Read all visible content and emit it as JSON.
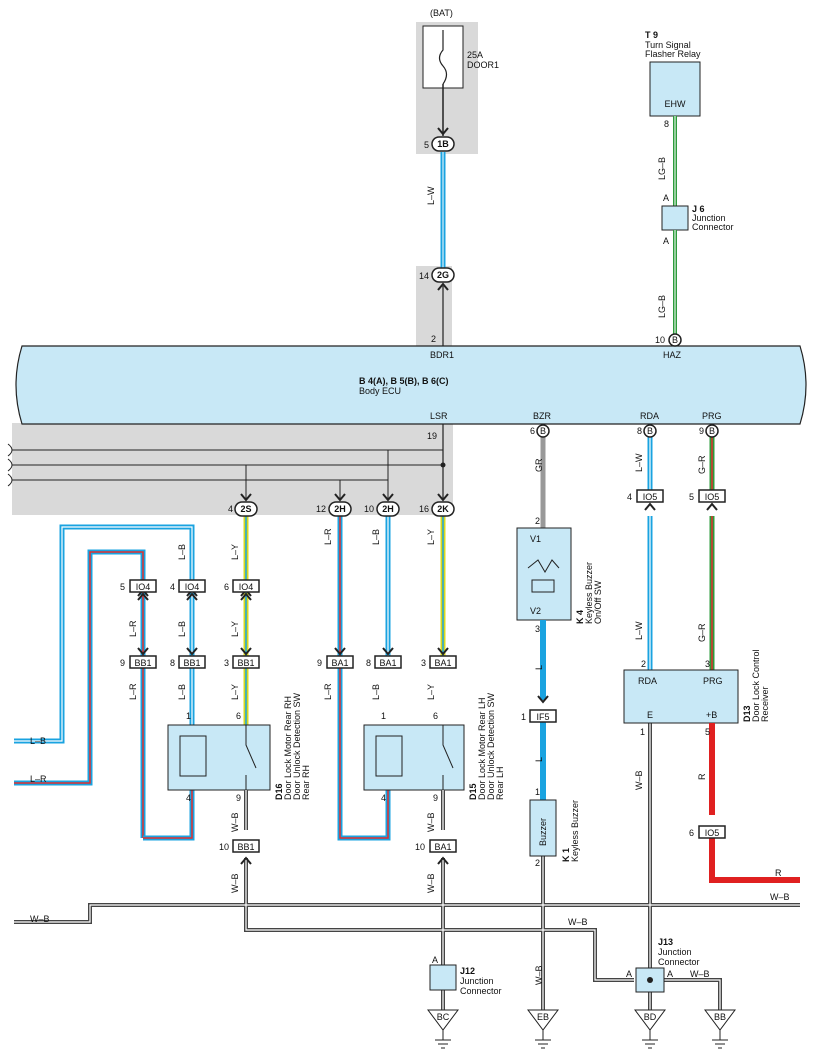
{
  "bat": {
    "label": "(BAT)",
    "fuse_amp": "25A",
    "fuse_name": "DOOR1"
  },
  "t9": {
    "code": "T 9",
    "name1": "Turn Signal",
    "name2": "Flasher Relay",
    "pin_name": "EHW",
    "pin": "8"
  },
  "j6": {
    "code": "J 6",
    "name1": "Junction",
    "name2": "Connector",
    "pin_a": "A"
  },
  "ecu": {
    "code": "B 4(A), B 5(B), B 6(C)",
    "name": "Body ECU",
    "bdr1": "BDR1",
    "haz": "HAZ",
    "lsr": "LSR",
    "bzr": "BZR",
    "rda": "RDA",
    "prg": "PRG",
    "pin2": "2",
    "pin10": "10",
    "pin19": "19",
    "pin6": "6",
    "pin8": "8",
    "pin9": "9",
    "conn_b": "B"
  },
  "conn": {
    "c1b": "1B",
    "c2g": "2G",
    "c2s": "2S",
    "c2h": "2H",
    "c2k": "2K",
    "io4": "IO4",
    "io5": "IO5",
    "bb1": "BB1",
    "ba1": "BA1",
    "if5": "IF5",
    "p5": "5",
    "p14": "14",
    "p4": "4",
    "p12": "12",
    "p10": "10",
    "p16": "16",
    "p6": "6",
    "p8": "8",
    "p9": "9",
    "p3": "3",
    "p1": "1",
    "p2": "2"
  },
  "wires": {
    "lw": "L–W",
    "lgb": "LG–B",
    "gr": "GR",
    "gr2": "G–R",
    "lb": "L–B",
    "lr": "L–R",
    "ly": "L–Y",
    "l": "L",
    "wb": "W–B",
    "r": "R"
  },
  "k4": {
    "code": "K 4",
    "name1": "Keyless Buzzer",
    "name2": "On/Off SW",
    "v1": "V1",
    "v2": "V2"
  },
  "k1": {
    "code": "K 1",
    "name": "Keyless Buzzer",
    "inner": "Buzzer"
  },
  "d13": {
    "code": "D13",
    "name1": "Door Lock Control",
    "name2": "Receiver",
    "rda": "RDA",
    "prg": "PRG",
    "e": "E",
    "pb": "+B"
  },
  "d16": {
    "code": "D16",
    "name1": "Door Lock Motor Rear RH",
    "name2": "Door Unlock Detection SW",
    "name3": "Rear RH"
  },
  "d15": {
    "code": "D15",
    "name1": "Door Lock Motor Rear LH",
    "name2": "Door Unlock Detection SW",
    "name3": "Rear LH"
  },
  "j12": {
    "code": "J12",
    "name1": "Junction",
    "name2": "Connector",
    "pin": "A"
  },
  "j13": {
    "code": "J13",
    "name1": "Junction",
    "name2": "Connector",
    "pin": "A"
  },
  "grounds": {
    "bc": "BC",
    "eb": "EB",
    "bd": "BD",
    "bb": "BB"
  }
}
